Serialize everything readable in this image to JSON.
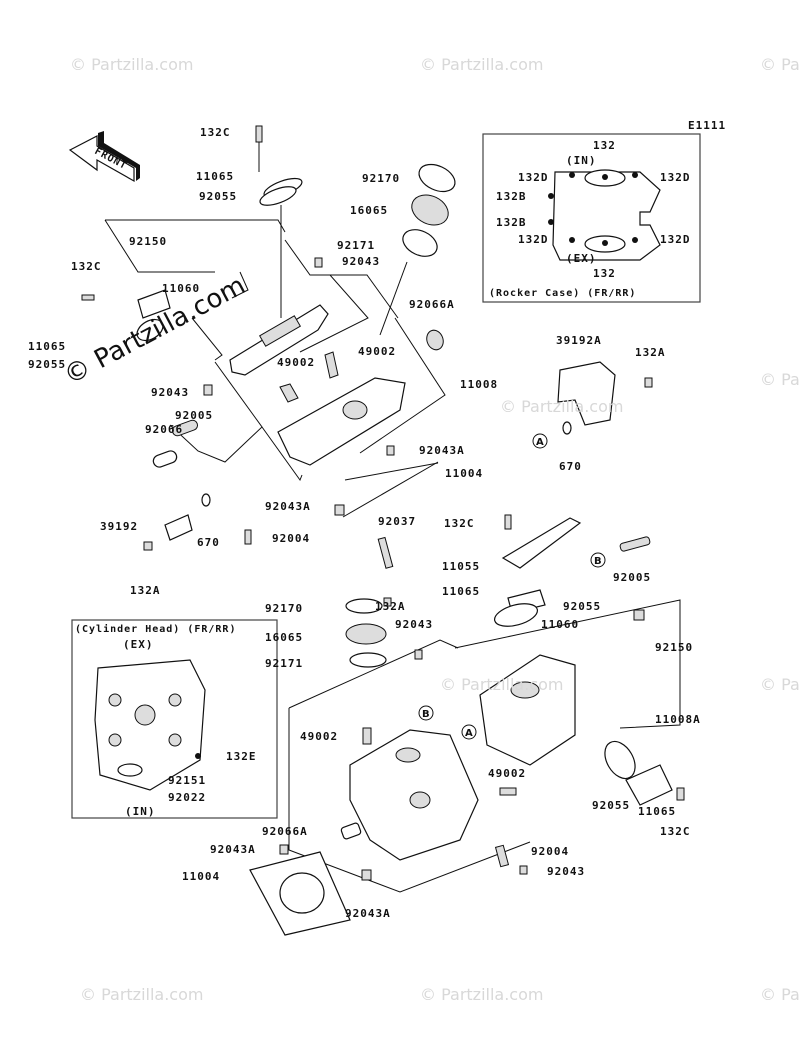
{
  "diagram_code": "E1111",
  "front_arrow_label": "FRONT",
  "watermark": "© Partzilla.com",
  "inset_rocker": {
    "title": "(Rocker Case) (FR/RR)",
    "in_label": "(IN)",
    "ex_label": "(EX)",
    "parts": [
      "132",
      "132D",
      "132D",
      "132B",
      "132B",
      "132D",
      "132D",
      "132"
    ]
  },
  "inset_cylinder_head": {
    "title": "(Cylinder Head) (FR/RR)",
    "ex_label": "(EX)",
    "in_label": "(IN)",
    "parts": [
      "132E",
      "92151",
      "92022"
    ]
  },
  "reference_markers": [
    "A",
    "B",
    "A",
    "B"
  ],
  "callouts": [
    "132C",
    "11065",
    "92055",
    "92170",
    "16065",
    "92150",
    "92171",
    "92043",
    "132C",
    "11060",
    "92066A",
    "11065",
    "92055",
    "49002",
    "49002",
    "92043",
    "11008",
    "92005",
    "92066",
    "92043A",
    "11004",
    "92043A",
    "39192",
    "670",
    "92004",
    "92037",
    "132A",
    "39192A",
    "132A",
    "670",
    "132C",
    "11055",
    "11065",
    "92005",
    "92055",
    "11060",
    "92150",
    "11008A",
    "92170",
    "16065",
    "92043",
    "92171",
    "132A",
    "49002",
    "49002",
    "92066A",
    "92043A",
    "11004",
    "92004",
    "92043",
    "92043A",
    "92055",
    "11065",
    "132C"
  ]
}
